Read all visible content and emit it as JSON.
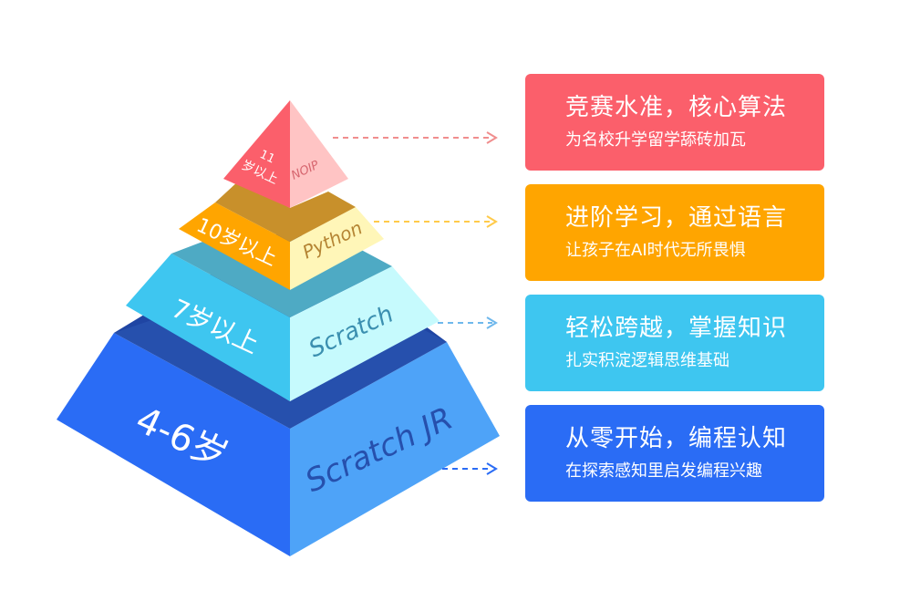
{
  "tiers": [
    {
      "age": "11\n岁以上",
      "language": "NOIP"
    },
    {
      "age": "10岁以上",
      "language": "Python"
    },
    {
      "age": "7岁以上",
      "language": "Scratch"
    },
    {
      "age": "4-6岁",
      "language": "Scratch JR"
    }
  ],
  "cards": [
    {
      "title": "竞赛水准，核心算法",
      "subtitle": "为名校升学留学舔砖加瓦"
    },
    {
      "title": "进阶学习，通过语言",
      "subtitle": "让孩子在AI时代无所畏惧"
    },
    {
      "title": "轻松跨越，掌握知识",
      "subtitle": "扎实积淀逻辑思维基础"
    },
    {
      "title": "从零开始，编程认知",
      "subtitle": "在探索感知里启发编程兴趣"
    }
  ],
  "colors": {
    "noip": "#fb5f6b",
    "python": "#ffa500",
    "scratch": "#3ec6f0",
    "scratch_jr": "#2a6cf5"
  }
}
